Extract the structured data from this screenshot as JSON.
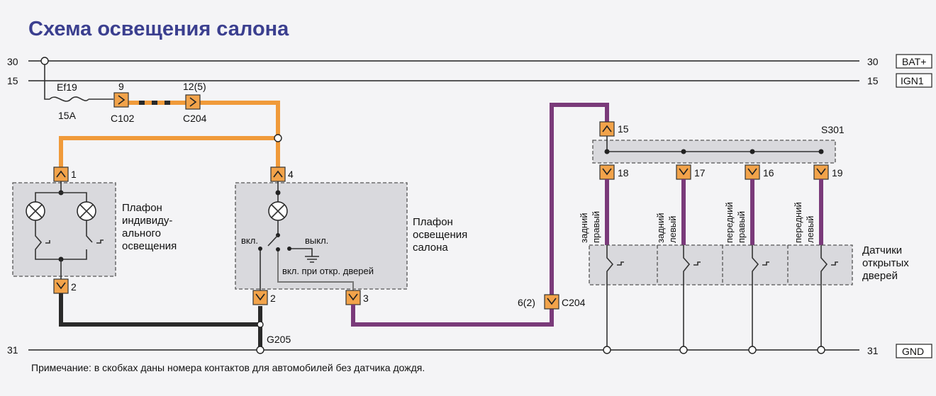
{
  "title": "Схема освещения салона",
  "buses": {
    "b30_left": "30",
    "b15_left": "15",
    "b31_left": "31",
    "b30_right": "30",
    "b15_right": "15",
    "b31_right": "31",
    "bat": "BAT+",
    "ign": "IGN1",
    "gnd": "GND"
  },
  "fuse": {
    "name": "Ef19",
    "rating": "15A"
  },
  "connectors": {
    "c102_pin": "9",
    "c102_name": "C102",
    "c204a_pin": "12(5)",
    "c204a_name": "C204",
    "c204b_pin": "6(2)",
    "c204b_name": "C204",
    "p1": "1",
    "p2a": "2",
    "p4": "4",
    "p2b": "2",
    "p3": "3",
    "p15": "15",
    "p18": "18",
    "p17": "17",
    "p16": "16",
    "p19": "19"
  },
  "splice": "S301",
  "ground": "G205",
  "lamp_individual": [
    "Плафон",
    "индивиду-",
    "ального",
    "освещения"
  ],
  "lamp_cabin": [
    "Плафон",
    "освещения",
    "салона"
  ],
  "switch_labels": {
    "on": "вкл.",
    "off": "выкл.",
    "door": "вкл. при откр. дверей"
  },
  "door_sensors_title": [
    "Датчики",
    "открытых",
    "дверей"
  ],
  "doors": [
    {
      "line1": "задний",
      "line2": "правый"
    },
    {
      "line1": "задний",
      "line2": "левый"
    },
    {
      "line1": "передний",
      "line2": "правый"
    },
    {
      "line1": "передний",
      "line2": "левый"
    }
  ],
  "note": "Примечание: в скобках даны номера контактов для автомобилей без датчика дождя."
}
